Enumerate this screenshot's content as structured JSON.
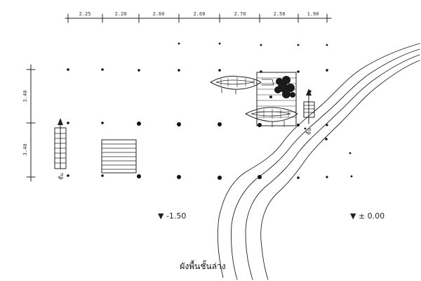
{
  "top_dimensions": [
    "2.25",
    "2.20",
    "2.60",
    "2.60",
    "2.70",
    "2.50",
    "1.90"
  ],
  "side_dimensions": [
    "3.40",
    "3.40"
  ],
  "level_left": "▼ -1.50",
  "level_right": "▼ ± 0.00",
  "stair_label_left": "ขึ้น",
  "stair_label_right": "ขึ้น",
  "caption": "ผังพื้นชั้นล่าง",
  "colors": {
    "ink": "#222222",
    "background": "#ffffff"
  }
}
